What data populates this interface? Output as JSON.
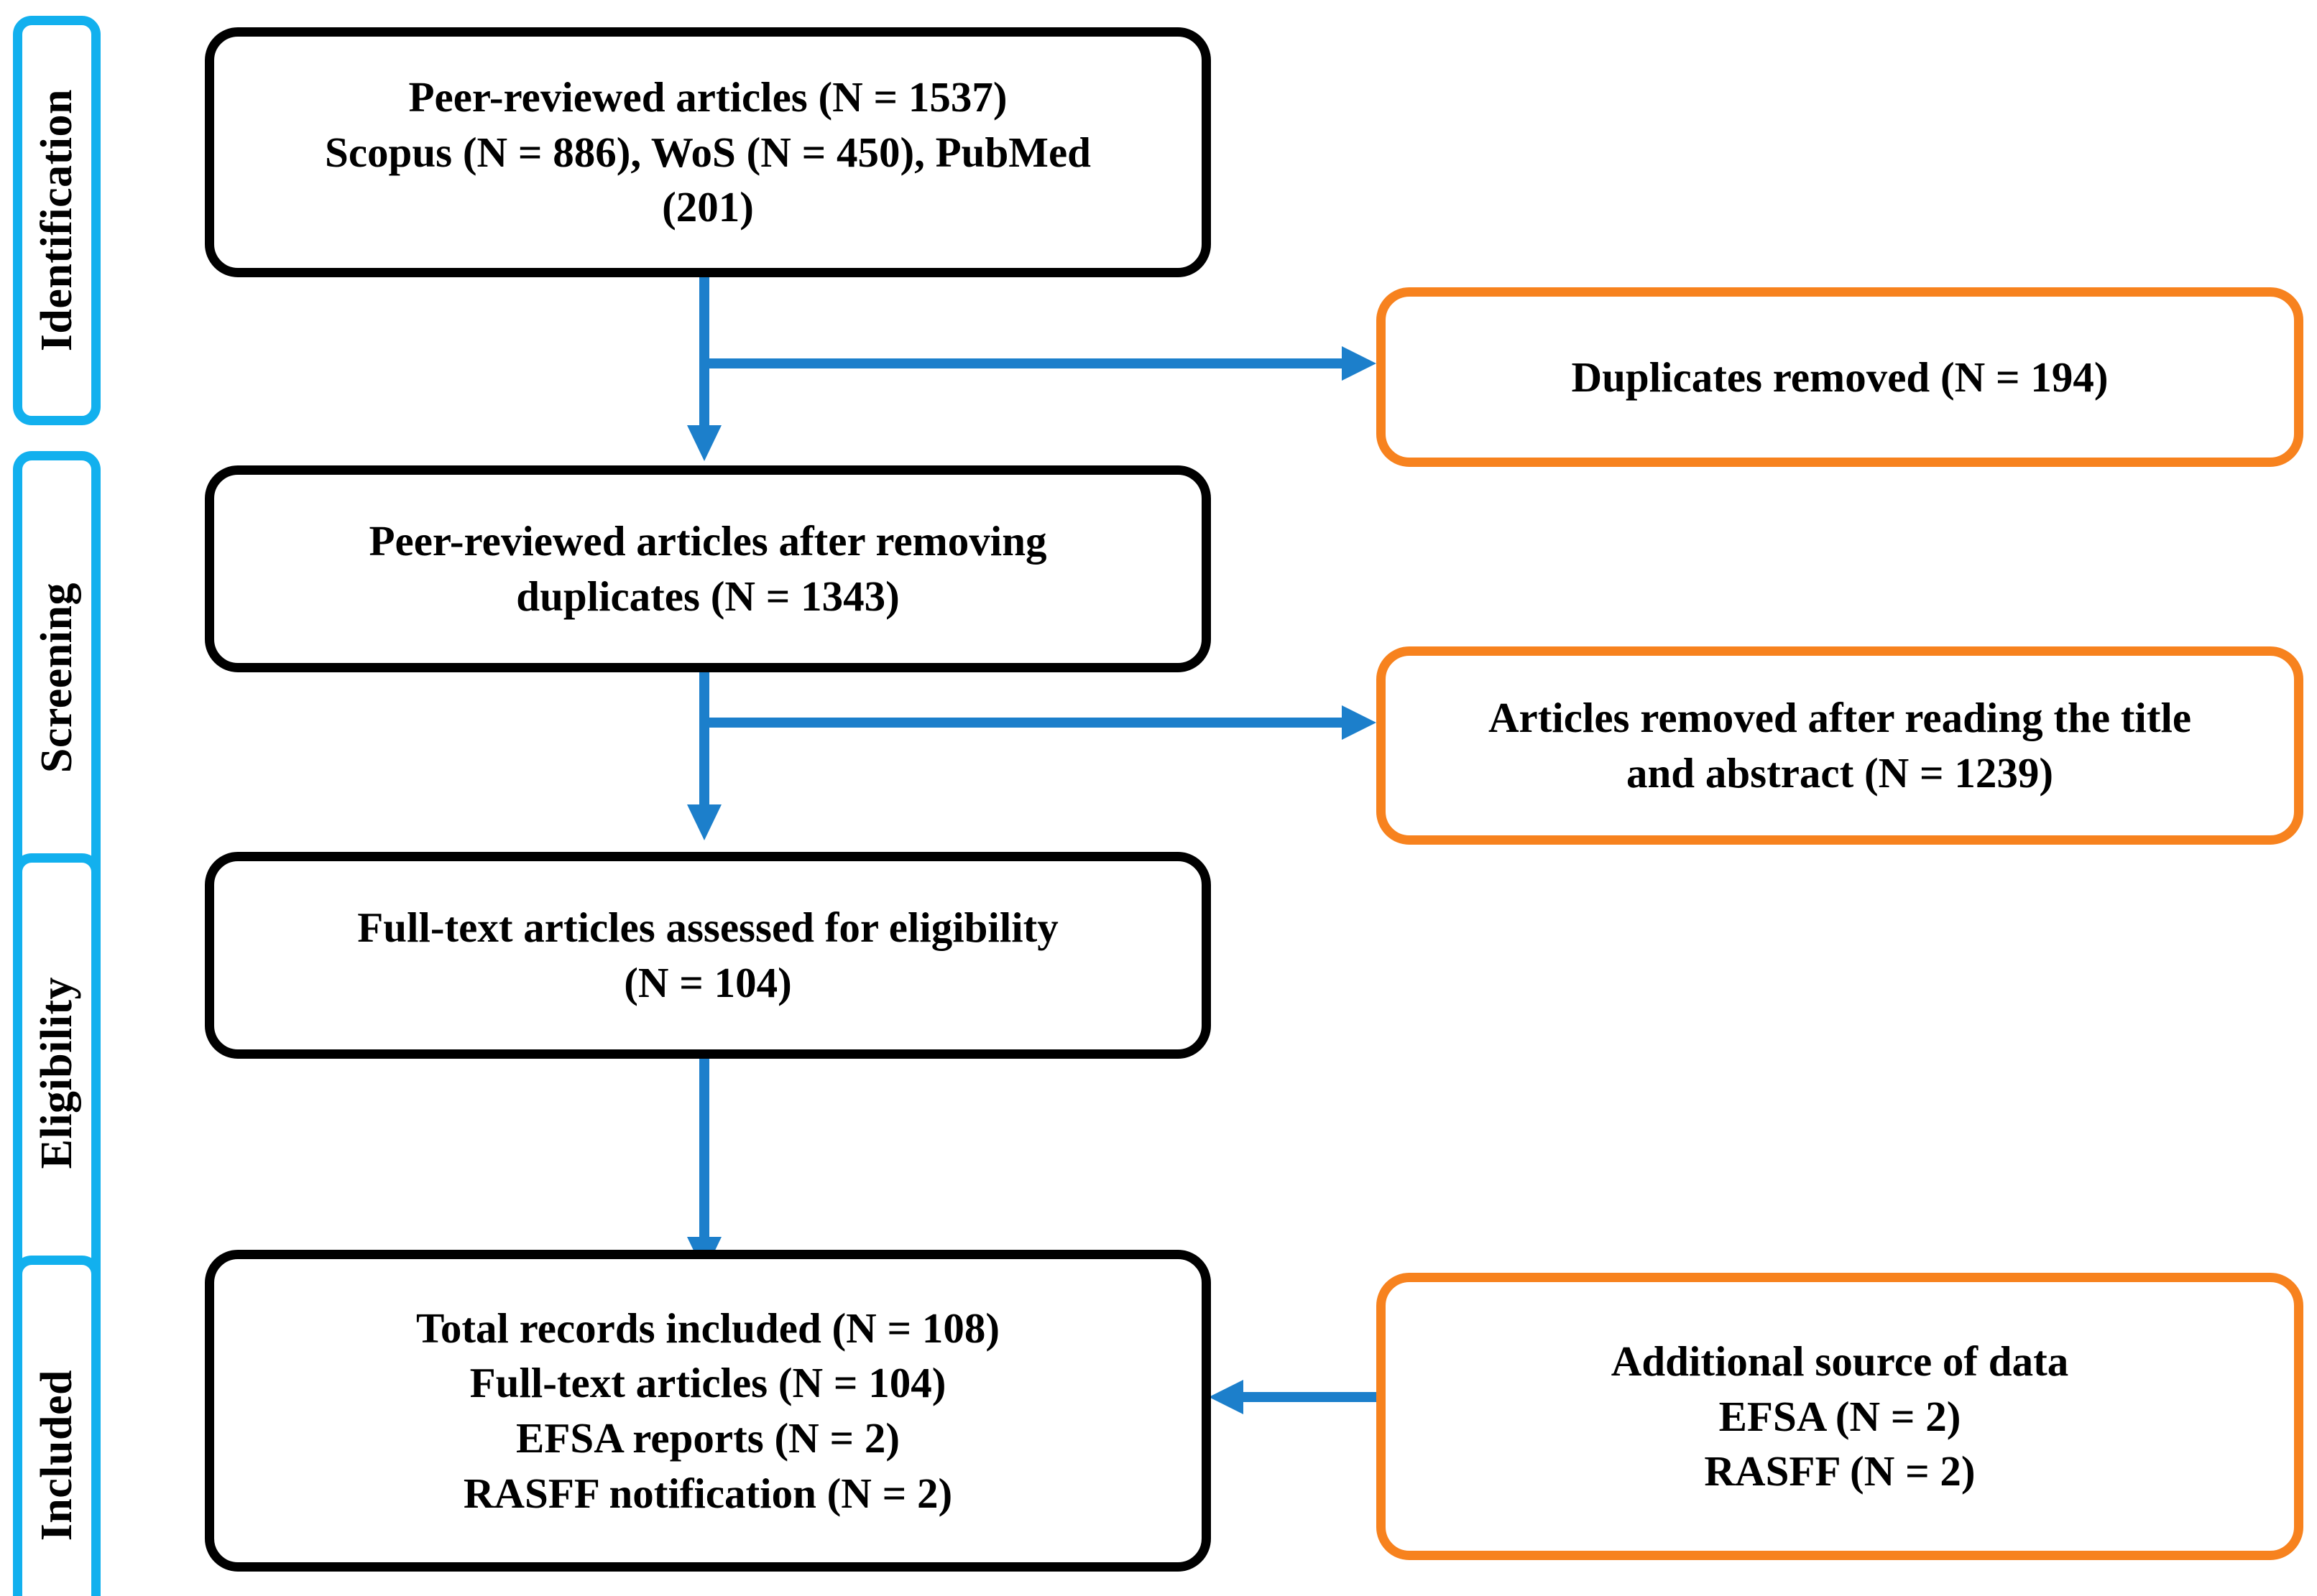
{
  "diagram": {
    "type": "prisma-flow-diagram",
    "colors": {
      "stage_label_border": "#12B0EE",
      "primary_box_border": "#000000",
      "exclusion_box_border": "#F7821E",
      "arrow": "#1C7FCB",
      "background": "#FFFFFF",
      "text": "#000000"
    }
  },
  "stages": [
    {
      "id": "identification",
      "label": "Identification"
    },
    {
      "id": "screening",
      "label": "Screening"
    },
    {
      "id": "eligibility",
      "label": "Eligibility"
    },
    {
      "id": "included",
      "label": "Included"
    }
  ],
  "nodes": {
    "identified_records": {
      "style": "black",
      "lines": [
        "Peer-reviewed articles (N = 1537)",
        "Scopus (N = 886), WoS (N = 450), PubMed",
        "(201)"
      ],
      "text": "Peer-reviewed articles (N = 1537) Scopus (N = 886), WoS (N = 450), PubMed (201)"
    },
    "duplicates_removed": {
      "style": "orange",
      "lines": [
        "Duplicates removed (N = 194)"
      ],
      "text": "Duplicates removed (N = 194)"
    },
    "after_duplicates": {
      "style": "black",
      "lines": [
        "Peer-reviewed articles after removing",
        "duplicates (N = 1343)"
      ],
      "text": "Peer-reviewed articles after removing duplicates (N = 1343)"
    },
    "title_abstract_removed": {
      "style": "orange",
      "lines": [
        "Articles removed after reading the title",
        "and abstract (N = 1239)"
      ],
      "text": "Articles removed after reading the title and abstract (N = 1239)"
    },
    "full_text_assessed": {
      "style": "black",
      "lines": [
        "Full-text articles assessed for eligibility",
        "(N = 104)"
      ],
      "text": "Full-text articles assessed for eligibility (N = 104)"
    },
    "total_included": {
      "style": "black",
      "lines": [
        "Total records included (N = 108)",
        "Full-text articles (N = 104)",
        "EFSA reports (N = 2)",
        "RASFF notification (N = 2)"
      ],
      "text": "Total records included (N = 108) Full-text articles (N = 104) EFSA reports (N = 2) RASFF notification (N = 2)"
    },
    "additional_sources": {
      "style": "orange",
      "lines": [
        "Additional source of data",
        "EFSA (N = 2)",
        "RASFF (N = 2)"
      ],
      "text": "Additional source of data EFSA (N = 2) RASFF (N = 2)"
    }
  },
  "counts": {
    "peer_reviewed_total": 1537,
    "scopus": 886,
    "wos": 450,
    "pubmed": 201,
    "duplicates_removed": 194,
    "after_duplicates": 1343,
    "removed_title_abstract": 1239,
    "full_text_assessed": 104,
    "total_included": 108,
    "included_full_text": 104,
    "included_efsa_reports": 2,
    "included_rasff_notifications": 2,
    "additional_efsa": 2,
    "additional_rasff": 2
  },
  "connectors": [
    {
      "id": "identified-to-duplicates",
      "from": "identified_records",
      "to": "duplicates_removed",
      "direction": "right"
    },
    {
      "id": "identified-to-after-dup",
      "from": "identified_records",
      "to": "after_duplicates",
      "direction": "down"
    },
    {
      "id": "after-dup-to-removed",
      "from": "after_duplicates",
      "to": "title_abstract_removed",
      "direction": "right"
    },
    {
      "id": "after-dup-to-fulltext",
      "from": "after_duplicates",
      "to": "full_text_assessed",
      "direction": "down"
    },
    {
      "id": "fulltext-to-included",
      "from": "full_text_assessed",
      "to": "total_included",
      "direction": "down"
    },
    {
      "id": "additional-to-included",
      "from": "additional_sources",
      "to": "total_included",
      "direction": "left"
    }
  ]
}
